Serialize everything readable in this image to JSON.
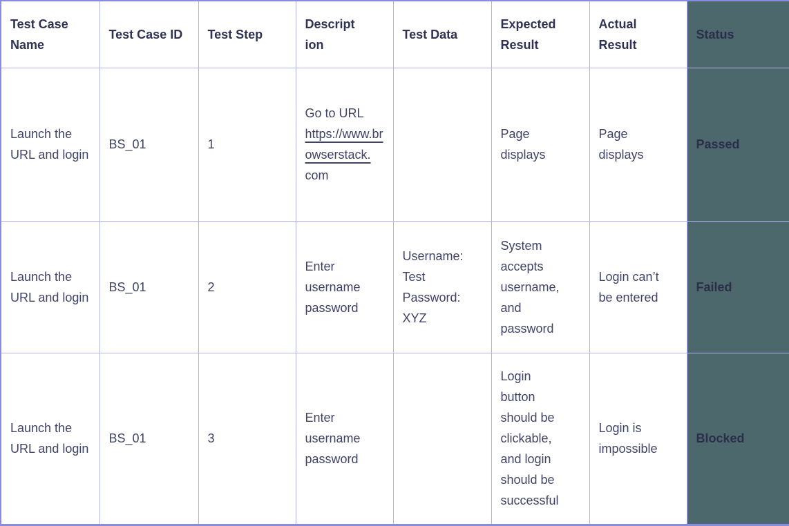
{
  "colors": {
    "status_column_bg": "#4d686c",
    "grid_border": "#b0b3ec",
    "outer_border": "#878ce0",
    "header_text": "#2f3253",
    "body_text": "#3f4366",
    "status_text": "#2b2e49"
  },
  "table": {
    "headers": [
      "Test Case Name",
      "Test Case ID",
      "Test Step",
      "Description",
      "Test Data",
      "Expected Result",
      "Actual Result",
      "Status"
    ],
    "rows": [
      {
        "test_case_name": "Launch the URL and login",
        "test_case_id": "BS_01",
        "test_step": "1",
        "description_prefix": "Go to URL",
        "description_link": "https://www.browserstack.",
        "description_link_tail": "com",
        "test_data": "",
        "expected_result": "Page displays",
        "actual_result": "Page displays",
        "status": "Passed"
      },
      {
        "test_case_name": "Launch the URL and login",
        "test_case_id": "BS_01",
        "test_step": "2",
        "description": "Enter username password",
        "test_data": "Username: Test Password: XYZ",
        "expected_result": "System accepts username, and password",
        "actual_result": "Login can’t be entered",
        "status": "Failed"
      },
      {
        "test_case_name": "Launch the URL and login",
        "test_case_id": "BS_01",
        "test_step": "3",
        "description": "Enter username password",
        "test_data": "",
        "expected_result": "Login button should be clickable, and login should be successful",
        "actual_result": "Login is impossible",
        "status": "Blocked"
      }
    ]
  }
}
